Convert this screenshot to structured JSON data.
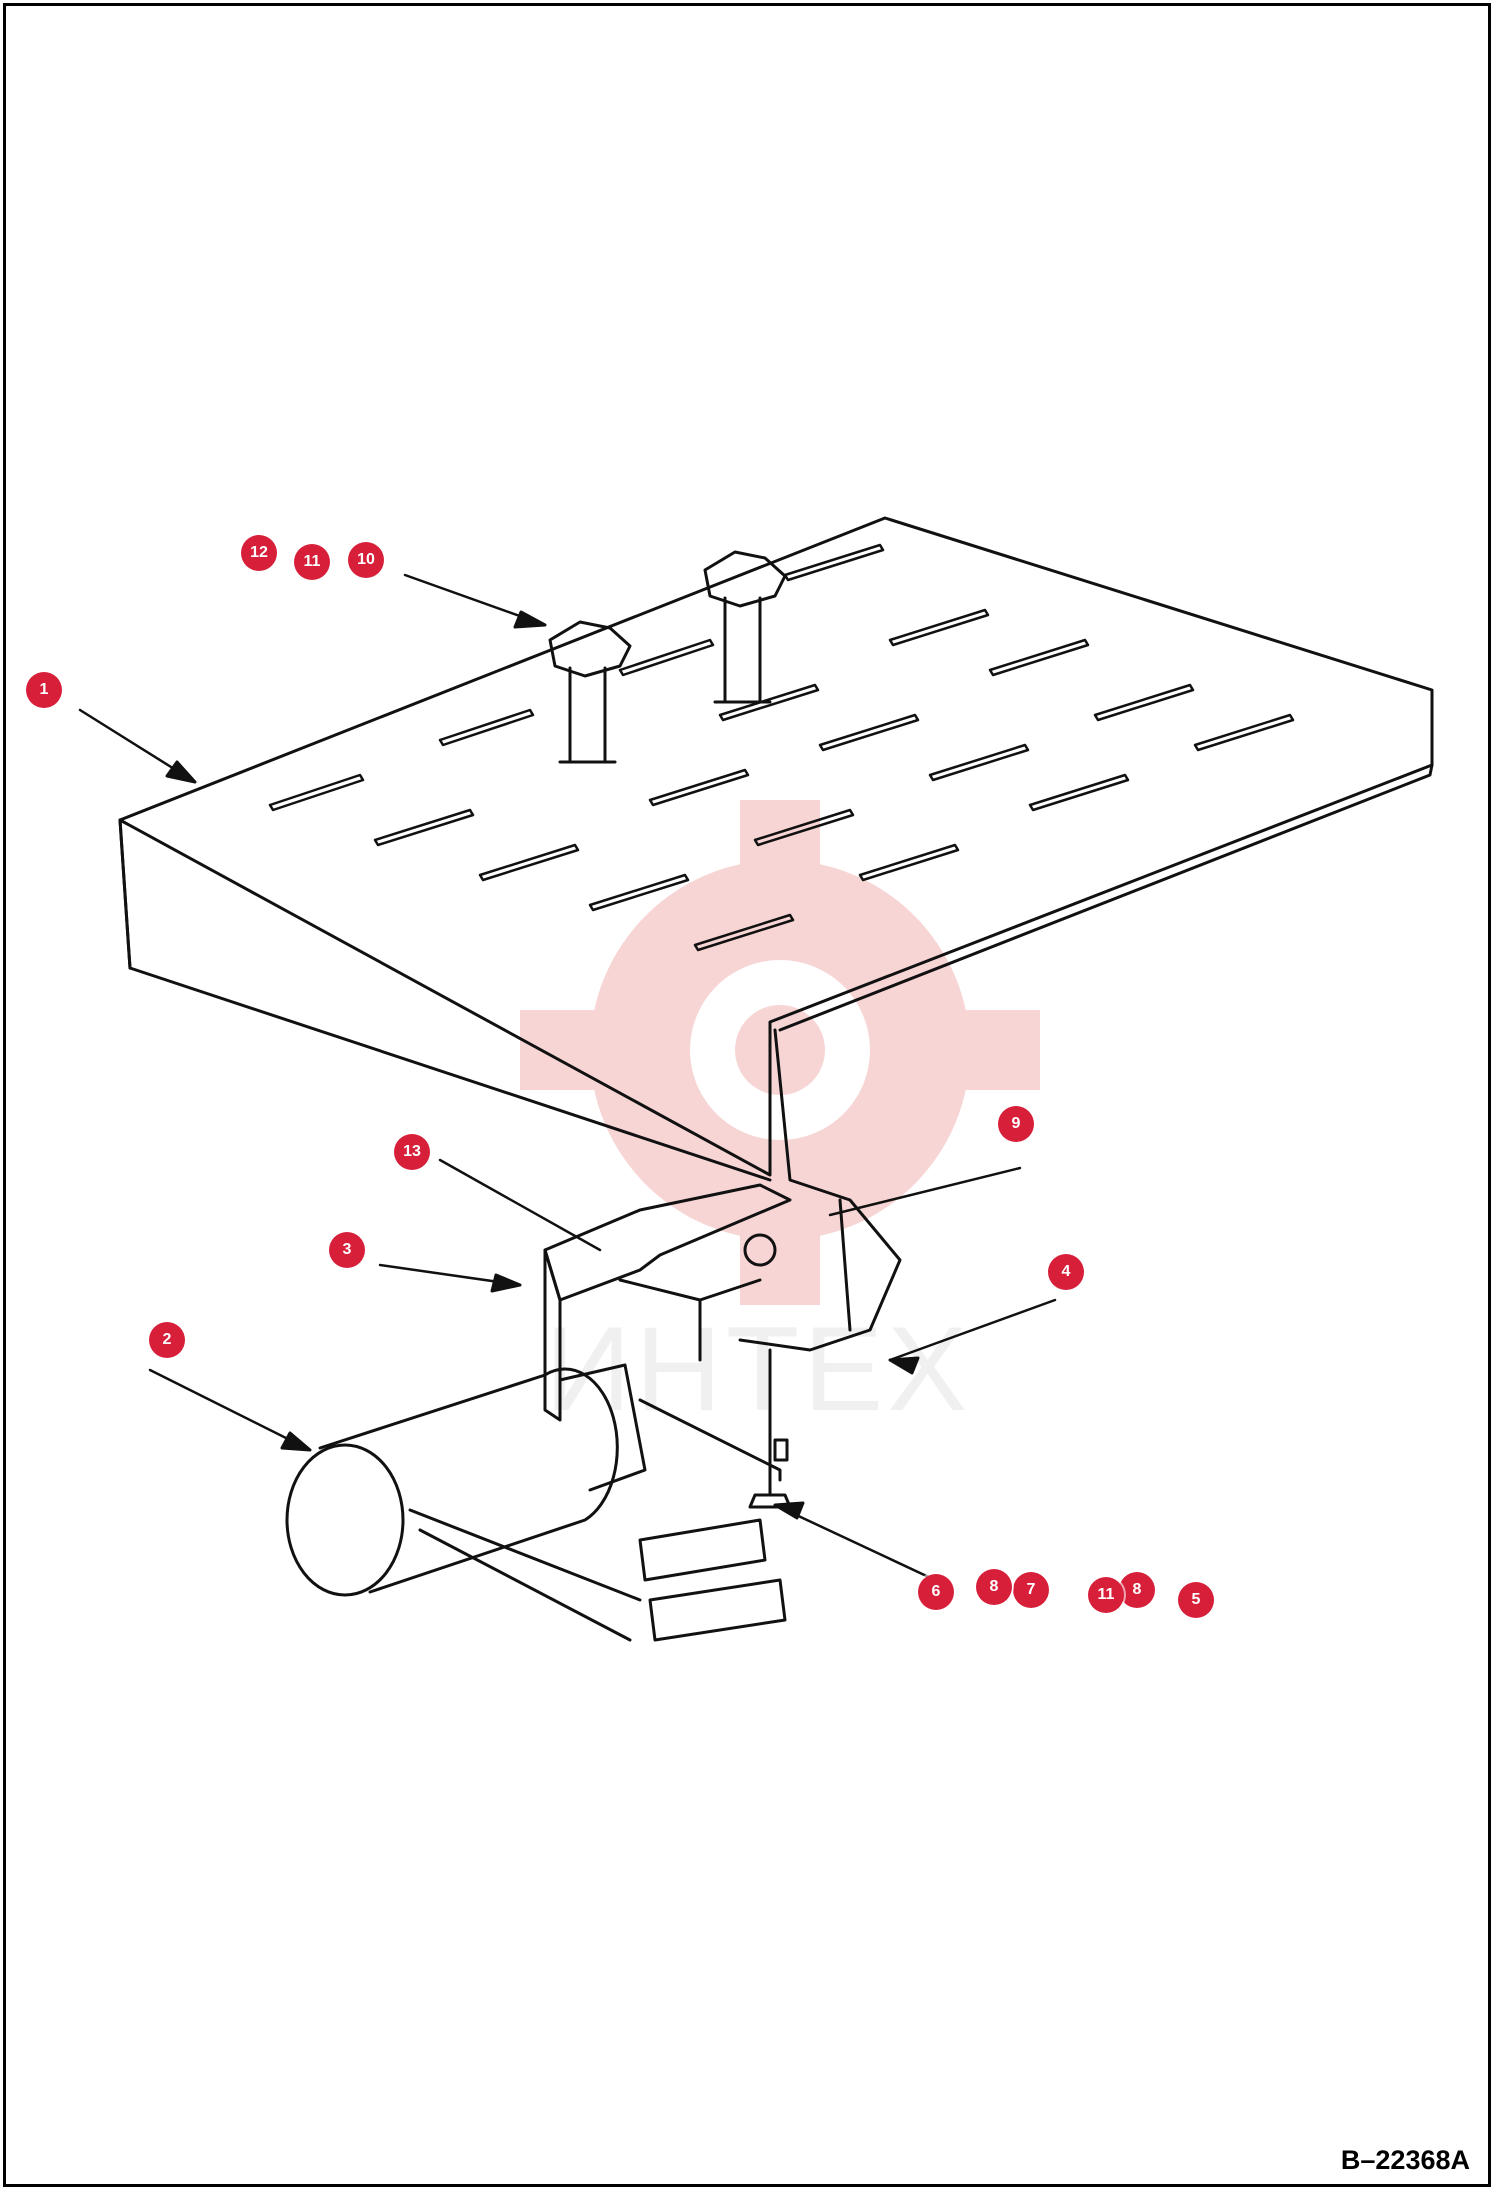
{
  "diagram_code": "B–22368A",
  "watermark": {
    "text": "ИНТЕХ",
    "color": "#f0b0b0"
  },
  "callout_color": "#d71f3a",
  "callouts": [
    {
      "label": "1",
      "part": "floor-plate"
    },
    {
      "label": "2",
      "part": "capacitor"
    },
    {
      "label": "3",
      "part": "mounting-bracket"
    },
    {
      "label": "4",
      "part": "support-bracket"
    },
    {
      "label": "5",
      "part": "nut"
    },
    {
      "label": "6",
      "part": "bolt"
    },
    {
      "label": "7",
      "part": "washer"
    },
    {
      "label": "8",
      "part": "washer"
    },
    {
      "label": "8",
      "part": "washer"
    },
    {
      "label": "9",
      "part": "clamp"
    },
    {
      "label": "10",
      "part": "flange-bolt"
    },
    {
      "label": "11",
      "part": "washer"
    },
    {
      "label": "11",
      "part": "washer"
    },
    {
      "label": "12",
      "part": "nut"
    },
    {
      "label": "13",
      "part": "bracket"
    }
  ]
}
